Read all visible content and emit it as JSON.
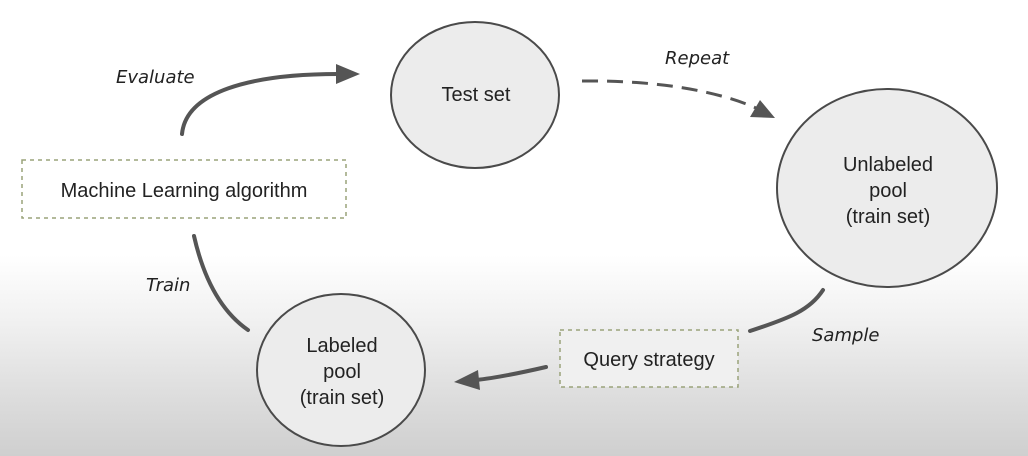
{
  "nodes": {
    "test_set": {
      "label": "Test set"
    },
    "unlabeled_pool": {
      "lines": [
        "Unlabeled",
        "pool",
        "(train set)"
      ]
    },
    "labeled_pool": {
      "lines": [
        "Labeled",
        "pool",
        "(train set)"
      ]
    },
    "ml_algorithm": {
      "label": "Machine Learning algorithm"
    },
    "query_strategy": {
      "label": "Query strategy"
    }
  },
  "edges": {
    "evaluate": "Evaluate",
    "repeat": "Repeat",
    "sample": "Sample",
    "train": "Train"
  }
}
